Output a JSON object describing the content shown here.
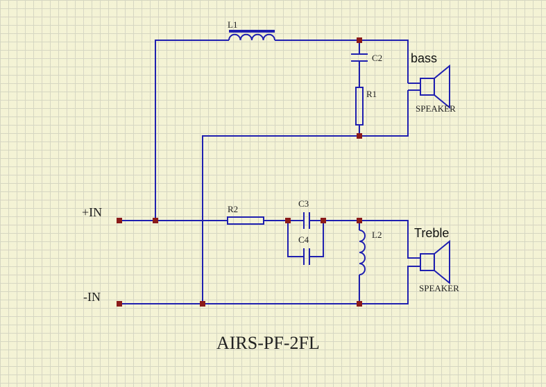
{
  "title": "AIRS-PF-2FL",
  "inputs": {
    "plus": "+IN",
    "minus": "-IN"
  },
  "components": {
    "L1": "L1",
    "L2": "L2",
    "C2": "C2",
    "C3": "C3",
    "C4": "C4",
    "R1": "R1",
    "R2": "R2"
  },
  "speakers": {
    "bass": {
      "label": "bass",
      "name": "SPEAKER"
    },
    "treble": {
      "label": "Treble",
      "name": "SPEAKER"
    }
  },
  "colors": {
    "wire": "#1f1fb0",
    "node": "#8b1a1a",
    "background": "#f4f3d6",
    "grid": "#d6d6c2"
  }
}
